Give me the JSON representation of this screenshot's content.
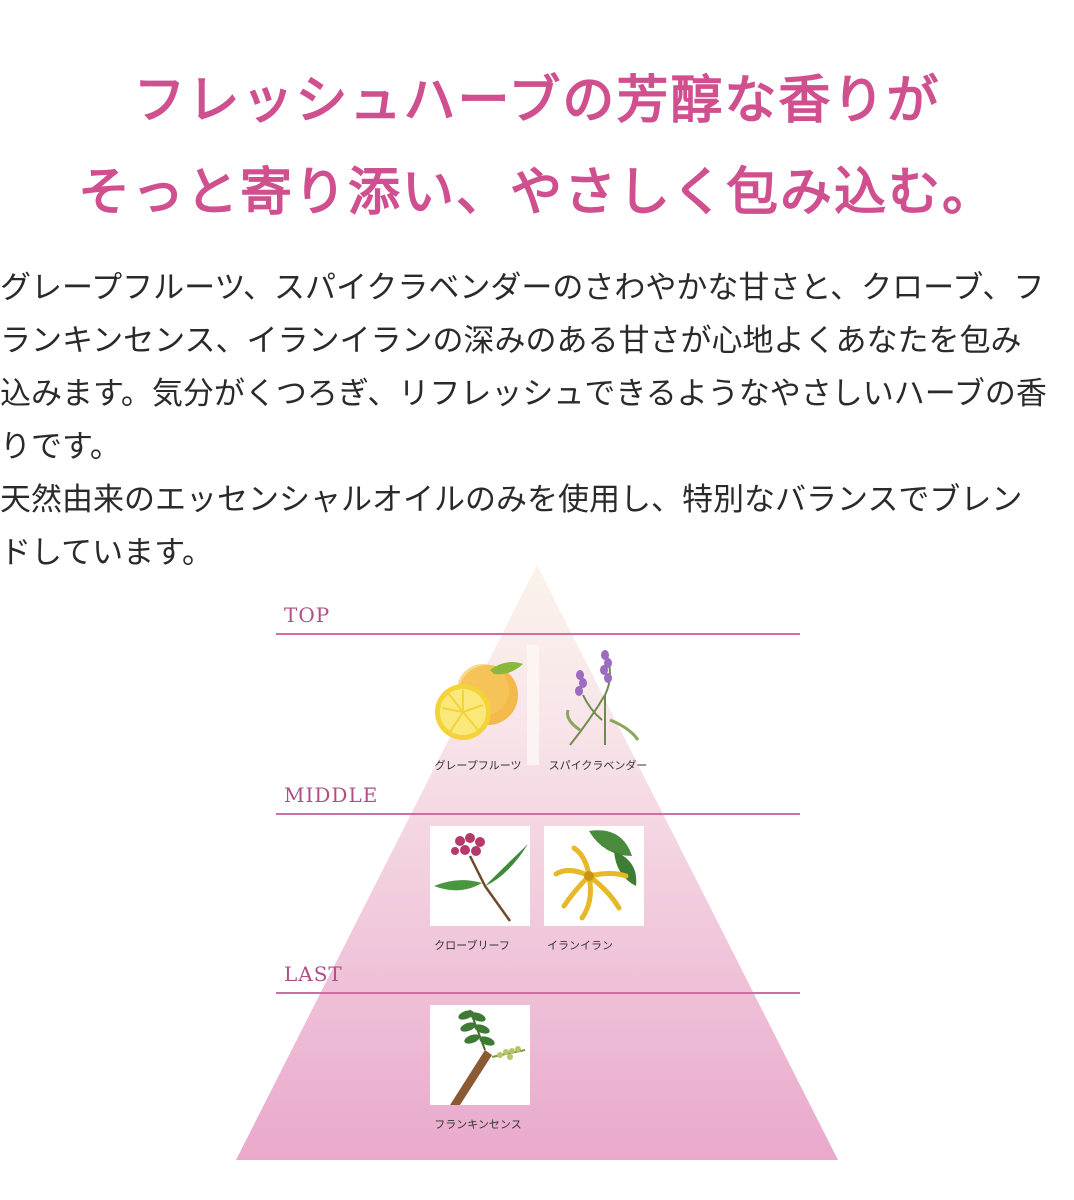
{
  "headline": {
    "line1": "フレッシュハーブの芳醇な香りが",
    "line2": "そっと寄り添い、やさしく包み込む。"
  },
  "description": {
    "lines": [
      "グレープフルーツ、スパイクラベンダーのさわやかな甘さと、クローブ、フ",
      "ランキンセンス、イランイランの深みのある甘さが心地よくあなたを包み",
      "込みます。気分がくつろぎ、リフレッシュできるようなやさしいハーブの香",
      "りです。",
      "天然由来のエッセンシャルオイルのみを使用し、特別なバランスでブレン",
      "ドしています。"
    ]
  },
  "pyramid": {
    "tiers": [
      {
        "label": "TOP",
        "notes": [
          {
            "name": "グレープフルーツ",
            "icon": "grapefruit-icon"
          },
          {
            "name": "スパイクラベンダー",
            "icon": "lavender-icon"
          }
        ]
      },
      {
        "label": "MIDDLE",
        "notes": [
          {
            "name": "クローブリーフ",
            "icon": "clove-icon"
          },
          {
            "name": "イランイラン",
            "icon": "ylang-ylang-icon"
          }
        ]
      },
      {
        "label": "LAST",
        "notes": [
          {
            "name": "フランキンセンス",
            "icon": "frankincense-icon"
          }
        ]
      }
    ]
  },
  "colors": {
    "headline": "#d0508f",
    "body_text": "#2a2a2a",
    "tier_label": "#b04f86",
    "tier_line": "#cf6ea2",
    "pyramid_top": "#fbf3ea",
    "pyramid_bottom": "#e9a9cc"
  }
}
